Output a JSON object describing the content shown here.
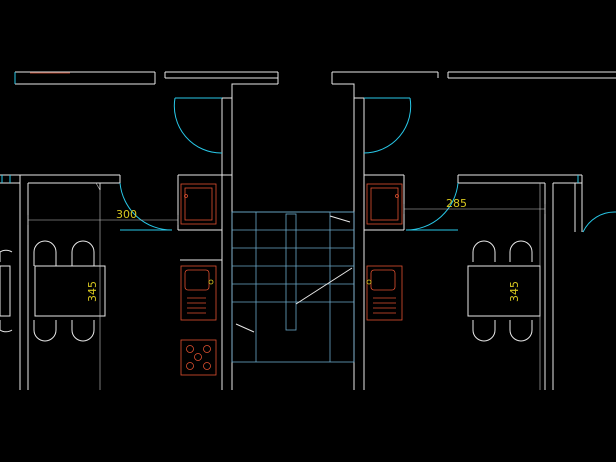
{
  "drawing": {
    "dimensions": {
      "left_width": "300",
      "right_width": "285",
      "left_height": "345",
      "right_height": "345"
    },
    "colors": {
      "background": "#000000",
      "wall": "#e8e8e8",
      "door": "#28c8e8",
      "fixture": "#e05030",
      "dimension_text": "#d8c820"
    }
  }
}
